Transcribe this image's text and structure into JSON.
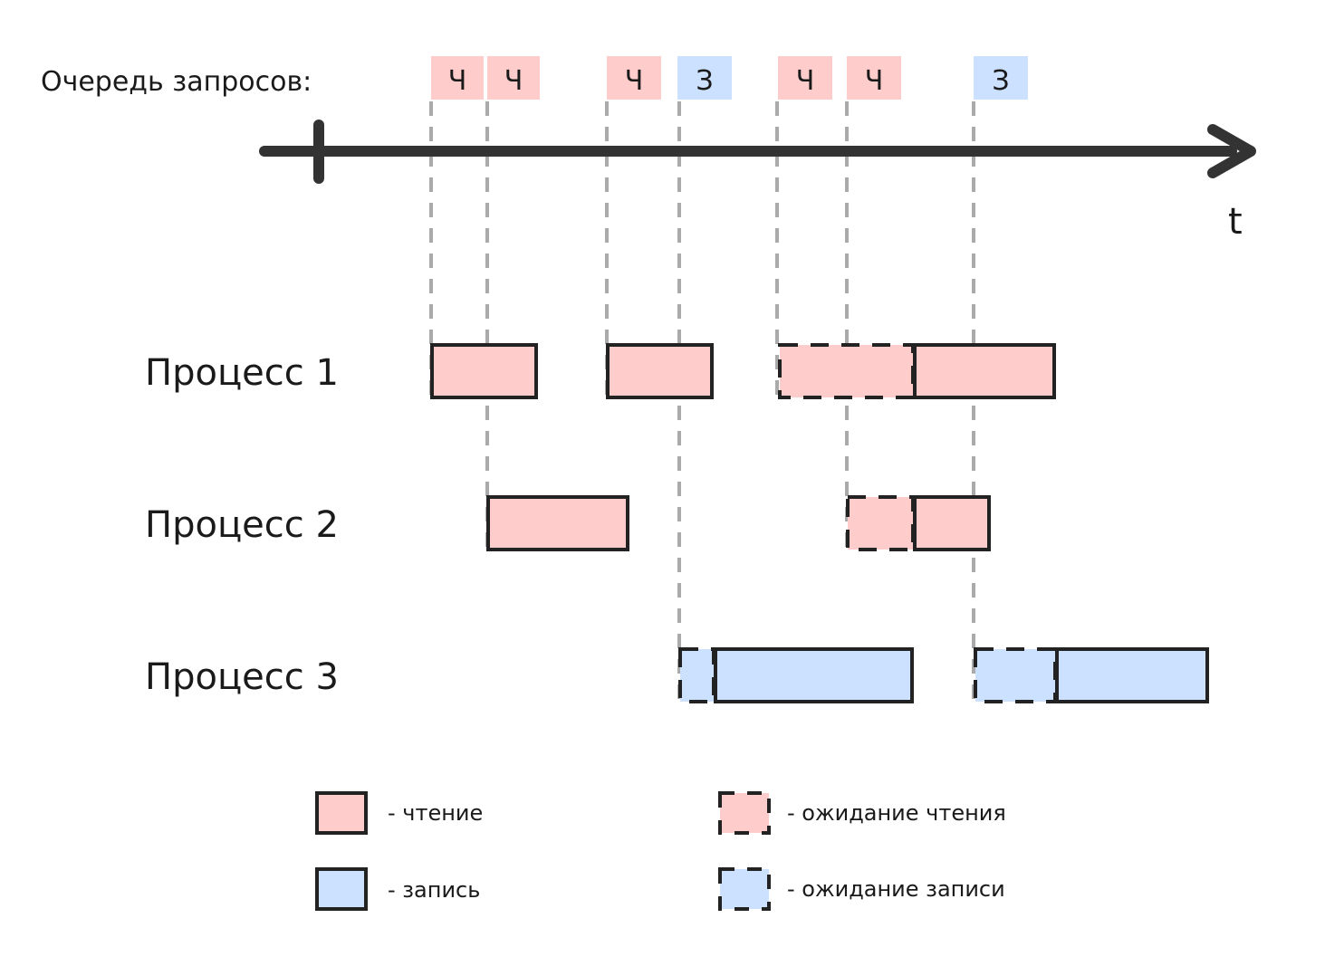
{
  "queue": {
    "title": "Очередь запросов:",
    "requests": [
      {
        "label": "Ч",
        "kind": "read"
      },
      {
        "label": "Ч",
        "kind": "read"
      },
      {
        "label": "Ч",
        "kind": "read"
      },
      {
        "label": "З",
        "kind": "write"
      },
      {
        "label": "Ч",
        "kind": "read"
      },
      {
        "label": "Ч",
        "kind": "read"
      },
      {
        "label": "З",
        "kind": "write"
      }
    ]
  },
  "axis": {
    "label": "t"
  },
  "processes": [
    {
      "label": "Процесс 1"
    },
    {
      "label": "Процесс 2"
    },
    {
      "label": "Процесс 3"
    }
  ],
  "legend": {
    "read": "- чтение",
    "write": "- запись",
    "wait_read": "- ожидание чтения",
    "wait_write": "- ожидание записи"
  },
  "colors": {
    "read": "#ffcccc",
    "write": "#cce0ff",
    "stroke": "#222222",
    "guide": "#aaaaaa"
  }
}
